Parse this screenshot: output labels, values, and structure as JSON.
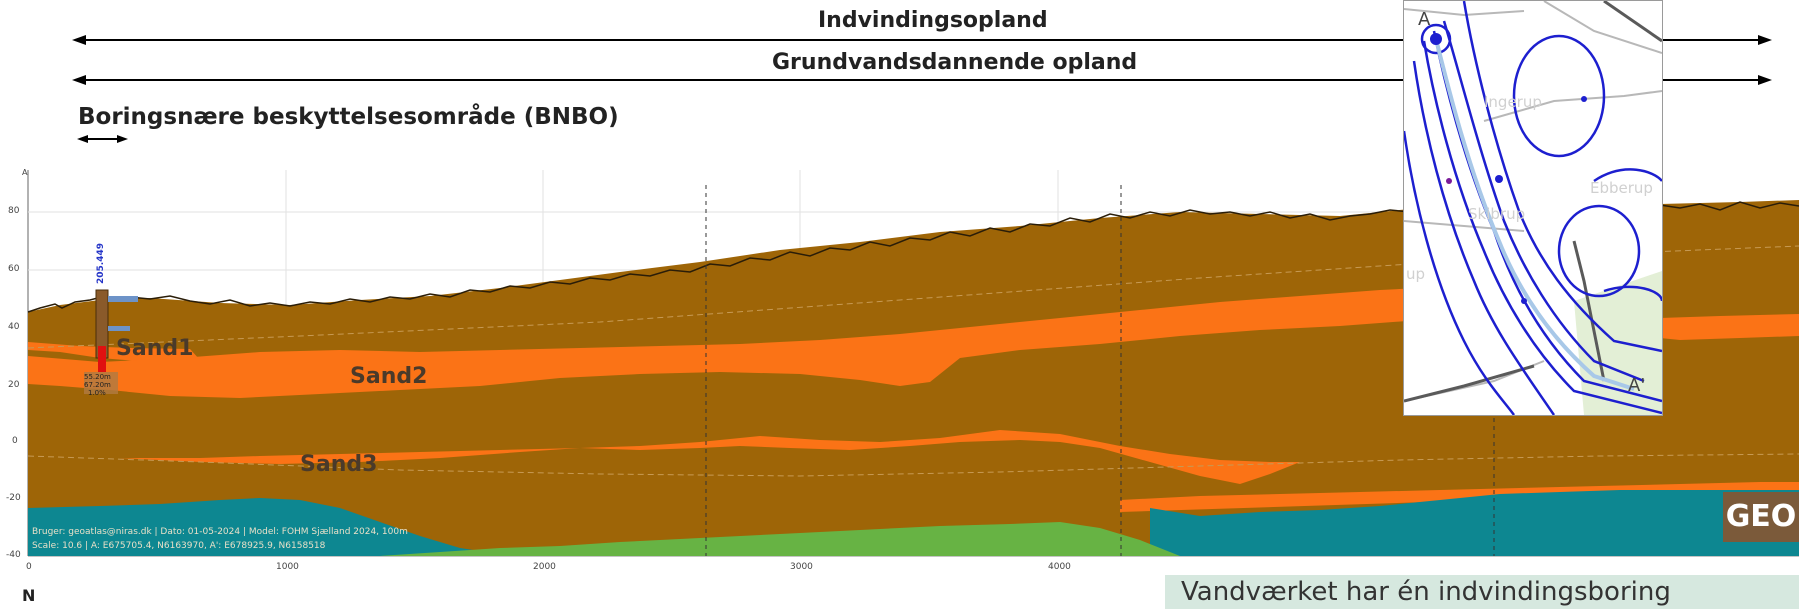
{
  "labels": {
    "indvindingsopland": "Indvindingsopland",
    "grundvandsdannende": "Grundvandsdannende opland",
    "bnbo": "Boringsnære beskyttelsesområde (BNBO)",
    "north": "N",
    "profile_end_a": "A",
    "axis_letter": "A"
  },
  "layers": {
    "sand1": "Sand1",
    "sand2": "Sand2",
    "sand3": "Sand3"
  },
  "y_ticks": [
    "80",
    "60",
    "40",
    "20",
    "0",
    "-20",
    "-40"
  ],
  "x_ticks": [
    "0",
    "1000",
    "2000",
    "3000",
    "4000"
  ],
  "well": {
    "id": "205.449",
    "depth_label_1": "55.20m",
    "depth_label_2": "67.20m",
    "depth_label_3": "1.0%"
  },
  "footer": {
    "line1": "Bruger: geoatlas@niras.dk | Dato: 01-05-2024 | Model: FOHM Sjælland 2024, 100m",
    "line2": "Scale: 10.6 | A: E675705.4, N6163970, A': E678925.9, N6158518"
  },
  "inset": {
    "label_a": "A",
    "label_a_prime": "A'",
    "place1": "Ingerup",
    "place2": "Ebberup",
    "place3": "Skibrup",
    "place4": "up"
  },
  "logo_text": "GEO",
  "caption": "Vandværket har én indvindingsboring",
  "colors": {
    "clay": "#9e6507",
    "sand": "#fb7316",
    "aquifer_teal": "#0d8791",
    "green": "#67b344",
    "well_red": "#e01010",
    "inset_lines": "#1d1fcf"
  }
}
